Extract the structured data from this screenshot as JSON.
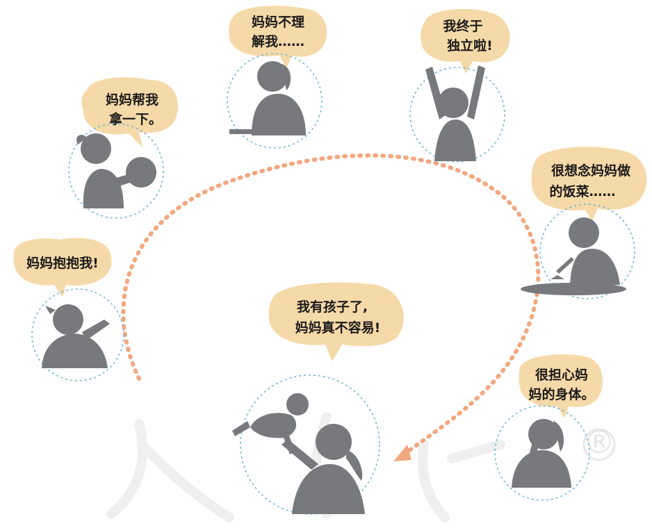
{
  "colors": {
    "bubble": "#f6d9a8",
    "silhouette": "#77797c",
    "circle_dash": "#6fb6d9",
    "arrow_dots": "#f2a77f",
    "watermark": "#ececec"
  },
  "watermark": {
    "mark": "®"
  },
  "stages": [
    {
      "id": "hug",
      "lines": [
        "妈妈抱抱我!"
      ]
    },
    {
      "id": "help",
      "lines": [
        "妈妈帮我",
        "拿一下。"
      ]
    },
    {
      "id": "understand",
      "lines": [
        "妈妈不理",
        "解我……"
      ]
    },
    {
      "id": "independent",
      "lines": [
        "我终于",
        "独立啦!"
      ]
    },
    {
      "id": "miss-food",
      "lines": [
        "很想念妈妈做",
        "的饭菜……"
      ]
    },
    {
      "id": "worry",
      "lines": [
        "很担心妈",
        "妈的身体。"
      ]
    },
    {
      "id": "have-child",
      "lines": [
        "我有孩子了,",
        "妈妈真不容易!"
      ]
    }
  ]
}
